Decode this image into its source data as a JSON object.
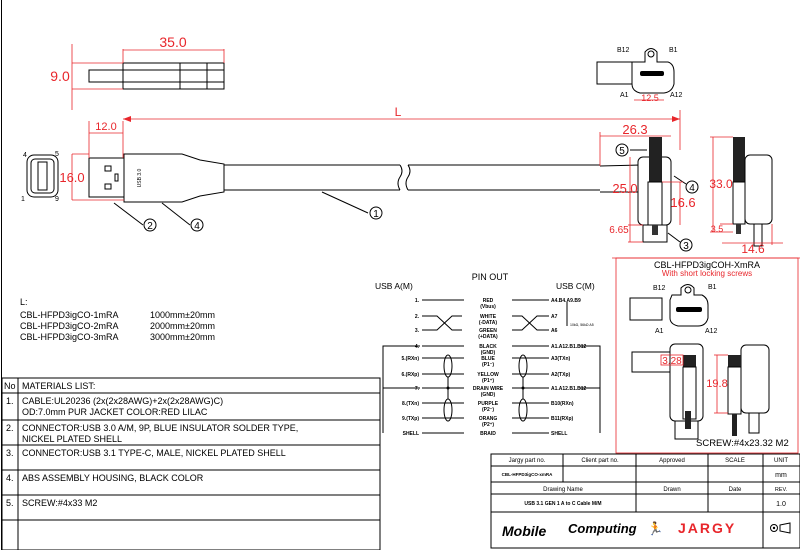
{
  "dimensions": {
    "plug_length": "35.0",
    "plug_height": "9.0",
    "plug_tip": "12.0",
    "plug_width": "16.0",
    "cable_length": "L",
    "c_side_width": "26.3",
    "c_side_height": "25.0",
    "c_side_body": "16.6",
    "c_side_tip": "6.65",
    "c_end_height": "33.0",
    "c_end_tip": "3.5",
    "c_end_width": "14.6",
    "c_face_width": "12.5"
  },
  "callouts": [
    "1",
    "2",
    "3",
    "4",
    "5"
  ],
  "pin_labels": {
    "a_top_left": "4",
    "a_top_right": "5",
    "a_bot_left": "1",
    "a_bot_right": "9",
    "c_b12": "B12",
    "c_b1": "B1",
    "c_a1": "A1",
    "c_a12": "A12"
  },
  "lengths": {
    "title": "L:",
    "rows": [
      {
        "part": "CBL-HFPD3igCO-1mRA",
        "length": "1000mm±20mm"
      },
      {
        "part": "CBL-HFPD3igCO-2mRA",
        "length": "2000mm±20mm"
      },
      {
        "part": "CBL-HFPD3igCO-3mRA",
        "length": "3000mm±20mm"
      }
    ]
  },
  "pinout": {
    "title": "PIN OUT",
    "left_header": "USB A(M)",
    "right_header": "USB C(M)",
    "side_note": "10kΩ, 56kΩ A5",
    "rows": [
      {
        "left": "1.",
        "wire": "RED",
        "sub": "(Vbus)",
        "right": "A4.B4.A9.B9"
      },
      {
        "left": "2.",
        "wire": "WHITE",
        "sub": "(-DATA)",
        "right": "A7"
      },
      {
        "left": "3.",
        "wire": "GREEN",
        "sub": "(+DATA)",
        "right": "A6"
      },
      {
        "left": "4.",
        "wire": "BLACK",
        "sub": "(GND)",
        "right": "A1.A12.B1.B12"
      },
      {
        "left": "5.(RXn)",
        "wire": "BLUE",
        "sub": "(P1⁻)",
        "right": "A3(TXn)"
      },
      {
        "left": "6.(RXp)",
        "wire": "YELLOW",
        "sub": "(P1⁺)",
        "right": "A2(TXp)"
      },
      {
        "left": "7.",
        "wire": "DRAIN WIRE",
        "sub": "(GND)",
        "right": "A1.A12.B1.B12"
      },
      {
        "left": "8.(TXn)",
        "wire": "PURPLE",
        "sub": "(P2⁻)",
        "right": "B10(RXn)"
      },
      {
        "left": "9.(TXp)",
        "wire": "ORANG",
        "sub": "(P2⁺)",
        "right": "B11(RXp)"
      },
      {
        "left": "SHELL",
        "wire": "BRAID",
        "sub": "",
        "right": "SHELL"
      }
    ]
  },
  "inset": {
    "title": "CBL-HFPD3igCOH-XmRA",
    "subtitle": "With short locking screws",
    "dim_small": "3.28",
    "dim_height": "19.8",
    "screw": "SCREW:#4x23.32 M2",
    "b12": "B12",
    "b1": "B1",
    "a1": "A1",
    "a12": "A12"
  },
  "materials": {
    "no_header": "No",
    "header": "MATERIALS LIST:",
    "items": [
      {
        "no": "1.",
        "line1": "CABLE:UL20236 (2x(2x28AWG)+2x(2x28AWG)C)",
        "line2": "OD:7.0mm  PUR JACKET COLOR:RED LILAC"
      },
      {
        "no": "2.",
        "line1": "CONNECTOR:USB 3.0 A/M, 9P, BLUE INSULATOR SOLDER TYPE,",
        "line2": "NICKEL PLATED SHELL"
      },
      {
        "no": "3.",
        "line1": "CONNECTOR:USB 3.1 TYPE-C, MALE, NICKEL PLATED SHELL",
        "line2": ""
      },
      {
        "no": "4.",
        "line1": "ABS ASSEMBLY HOUSING, BLACK COLOR",
        "line2": ""
      },
      {
        "no": "5.",
        "line1": "SCREW:#4x33 M2",
        "line2": ""
      }
    ]
  },
  "title_block": {
    "jargy_part_label": "Jargy part no.",
    "client_part_label": "Client part no.",
    "approved_label": "Approved",
    "scale_label": "SCALE",
    "unit_label": "UNIT",
    "jargy_part": "CBL-HFPD3igCO-xmRA",
    "unit": "mm",
    "drawing_name_label": "Drawing Name",
    "drawn_label": "Drawn",
    "date_label": "Date",
    "rev_label": "REV.",
    "drawing_name": "USB 3.1 GEN 1 A to C Cable M/M",
    "rev": "1.0",
    "logo_mobile": "Mobile",
    "logo_computing": "Computing",
    "logo_jargy": "JARGY"
  },
  "colors": {
    "dimension": "#e8262b",
    "line": "#000000"
  }
}
